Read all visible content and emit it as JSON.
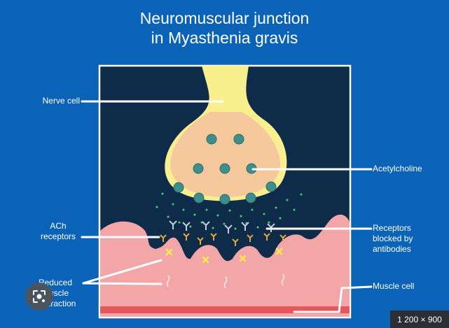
{
  "title": {
    "line1": "Neuromuscular junction",
    "line2": "in Myasthenia gravis"
  },
  "labels": {
    "nerve_cell": "Nerve cell",
    "acetylcholine": "Acetylcholine",
    "ach_receptors_line1": "ACh",
    "ach_receptors_line2": "receptors",
    "receptors_blocked_line1": "Receptors",
    "receptors_blocked_line2": "blocked by",
    "receptors_blocked_line3": "antibodies",
    "reduced_line1": "Reduced",
    "reduced_line2": "muscle",
    "reduced_line3": "contraction",
    "muscle_cell": "Muscle cell"
  },
  "overlay": {
    "lens_icon": "image-search-lens-icon",
    "size_badge": "1 200 × 900"
  },
  "colors": {
    "background_blue": "#0b63b8",
    "panel_dark": "#0f2b4a",
    "nerve_yellow": "#f9ef8e",
    "nerve_inner": "#f5c89e",
    "vesicle_teal": "#3e8f8c",
    "muscle_pink": "#f2a6a8",
    "muscle_stripe": "#e4575c",
    "blocked_marker": "#ffe94d",
    "label_white": "#ffffff"
  }
}
